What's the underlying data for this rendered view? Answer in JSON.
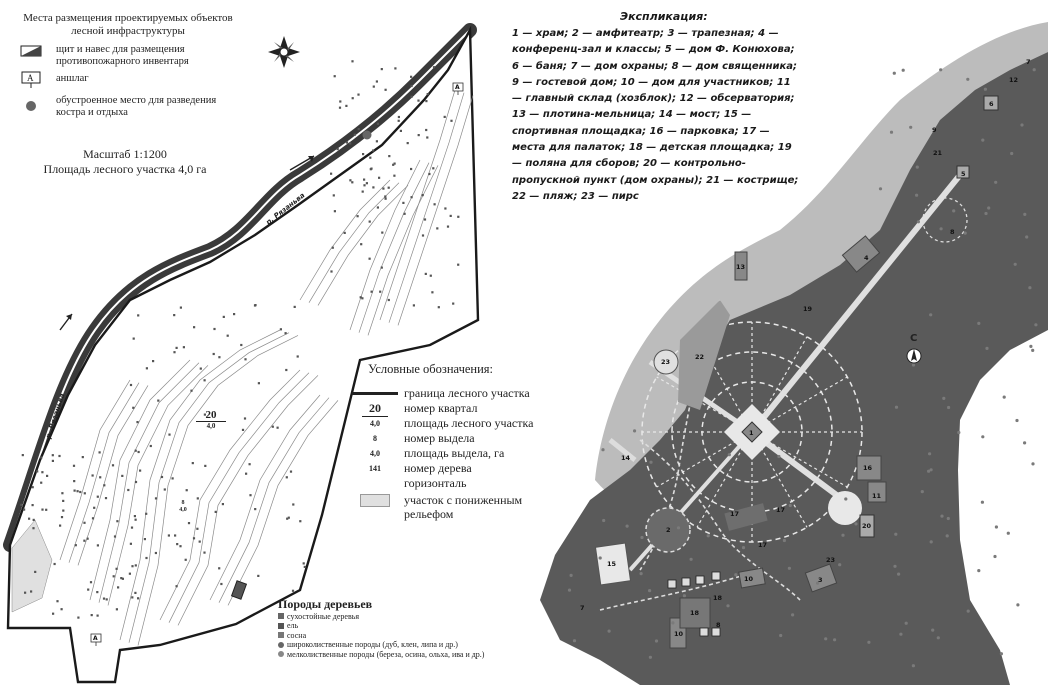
{
  "legend": {
    "title": "Места размещения проектируемых объектов лесной инфраструктуры",
    "items": [
      {
        "icon": "fire-shield-icon",
        "label": "щит и навес для размещения противопожарного инвентаря"
      },
      {
        "icon": "info-sign-icon",
        "label": "аншлаг"
      },
      {
        "icon": "campfire-dot-icon",
        "label": "обустроенное место для разведения костра и отдыха"
      }
    ],
    "sign_letter": "А"
  },
  "scale": {
    "line1": "Масштаб 1:1200",
    "line2": "Площадь лесного участка 4,0 га"
  },
  "conventions": {
    "title": "Условные обозначения:",
    "items": [
      {
        "symbol": "",
        "label": "граница лесного участка"
      },
      {
        "symbol": "20",
        "label": "номер квартал"
      },
      {
        "symbol": "4,0",
        "label": "площадь лесного участка"
      },
      {
        "symbol": "8",
        "label": "номер выдела"
      },
      {
        "symbol": "4,0",
        "label": "площадь выдела, га"
      },
      {
        "symbol": "141",
        "label": "номер дерева"
      },
      {
        "symbol": "",
        "label": "горизонталь"
      },
      {
        "symbol": "",
        "label": "участок с пониженным рельефом"
      }
    ]
  },
  "species": {
    "title": "Породы деревьев",
    "items": [
      {
        "label": "сухостойные деревья",
        "color": "#666666"
      },
      {
        "label": "ель",
        "color": "#555555"
      },
      {
        "label": "сосна",
        "color": "#777777"
      },
      {
        "label": "широколиственные породы (дуб, клен, липа и др.)",
        "color": "#666666"
      },
      {
        "label": "мелколиственные породы (береза, осина, ольха, ива и др.)",
        "color": "#888888"
      }
    ]
  },
  "left_map": {
    "quarter_number": "20",
    "quarter_area": "4,0",
    "section_number": "8",
    "section_area": "4,0",
    "river_label": "р. Рязаньва",
    "sign_letter": "А"
  },
  "explication": {
    "title": "Экспликация:",
    "text": "1 — храм; 2 — амфитеатр; 3 — трапезная; 4 — конференц-зал и классы; 5 — дом Ф. Конюхова; 6 — баня; 7 — дом охраны; 8 — дом священника; 9 — гостевой дом; 10 — дом для участников; 11 — главный склад (хозблок); 12 — обсерватория; 13 — плотина-мельница; 14 — мост; 15 — спортивная площадка; 16 — парковка; 17 — места для палаток; 18 — детская площадка; 19 — поляна для сборов; 20 — контрольно-пропускной пункт (дом охраны); 21 — кострище; 22 — пляж; 23 — пирс"
  },
  "right_map": {
    "north_letter": "С",
    "labels": [
      "1",
      "2",
      "3",
      "4",
      "5",
      "6",
      "7",
      "8",
      "9",
      "10",
      "11",
      "12",
      "13",
      "14",
      "15",
      "16",
      "17",
      "17",
      "17",
      "18",
      "19",
      "20",
      "21",
      "22",
      "23",
      "23",
      "7",
      "10",
      "18",
      "8"
    ]
  },
  "colors": {
    "forest": "#5a5a5a",
    "water": "#b9b9b9",
    "path": "#e8e8e8",
    "river": "#3a3a3a"
  }
}
